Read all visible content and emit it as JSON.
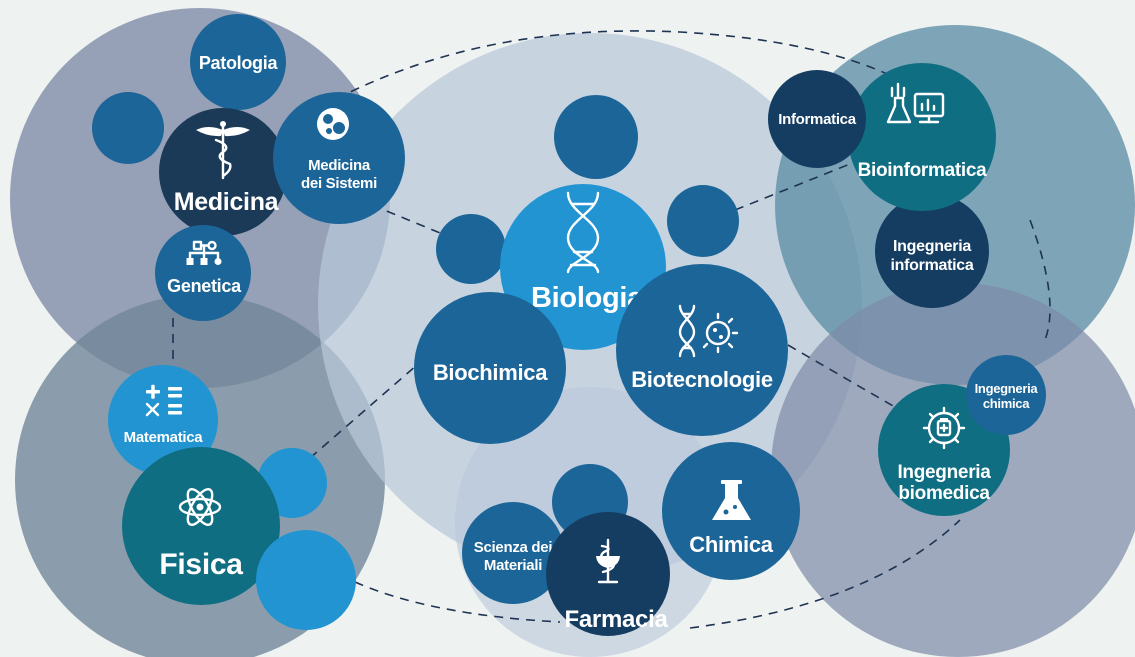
{
  "nodes": {
    "patologia": "Patologia",
    "medicina": "Medicina",
    "medicina_sistemi": [
      "Medicina",
      "dei Sistemi"
    ],
    "genetica": "Genetica",
    "matematica": "Matematica",
    "fisica": "Fisica",
    "biologia": "Biologia",
    "biochimica": "Biochimica",
    "biotecnologie": "Biotecnologie",
    "scienza_materiali": [
      "Scienza dei",
      "Materiali"
    ],
    "farmacia": "Farmacia",
    "chimica": "Chimica",
    "informatica": "Informatica",
    "bioinformatica": "Bioinformatica",
    "ingegneria_informatica": [
      "Ingegneria",
      "informatica"
    ],
    "ingegneria_chimica": [
      "Ingegneria",
      "chimica"
    ],
    "ingegneria_biomedica": [
      "Ingegneria",
      "biomedica"
    ]
  },
  "colors": {
    "background": "#eef2f1",
    "cluster_slate": "#7e8aa6",
    "cluster_steel": "#6f8598",
    "cluster_center": "#b9c7da",
    "cluster_teal": "#5f8ea6",
    "navy": "#153d62",
    "dark": "#1b3a58",
    "medium_blue": "#1c6598",
    "bright_blue": "#2294d2",
    "teal": "#106e83",
    "connector": "#1f3352"
  },
  "icons": {
    "medicina": "caduceus-icon",
    "medicina_sistemi": "cells-icon",
    "genetica": "pedigree-icon",
    "matematica": "math-operators-icon",
    "fisica": "atom-icon",
    "biologia": "dna-icon",
    "biotecnologie": "dna-virus-icon",
    "farmacia": "bowl-of-hygieia-icon",
    "chimica": "flask-icon",
    "bioinformatica": "lab-computer-icon",
    "ingegneria_biomedica": "gear-medicine-icon"
  }
}
